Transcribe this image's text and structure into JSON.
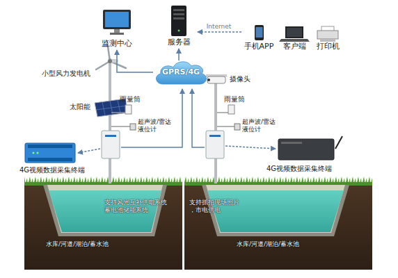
{
  "diagram": {
    "nodes": [
      {
        "text": [
          "监测中心"
        ]
      },
      {
        "text": [
          "服务器"
        ]
      },
      {
        "text": [
          "手机APP"
        ]
      },
      {
        "text": [
          "客户端"
        ]
      },
      {
        "text": [
          "打印机"
        ]
      },
      {
        "text": [
          "GPRS/4G"
        ]
      },
      {
        "text": [
          "4G视频数据采集终端"
        ]
      },
      {
        "text": [
          "4G视频数据采集终端"
        ]
      }
    ],
    "edges": [
      {
        "from": 5,
        "to": 0,
        "arrow": "to"
      },
      {
        "from": 5,
        "to": 1,
        "arrow": "to"
      },
      {
        "from": 2,
        "to": 1,
        "label": "Internet",
        "arrow": "to"
      }
    ],
    "labels": [
      "小型风力发电机",
      "太阳能",
      "雨量筒",
      "超声波/雷达 液位计",
      "摄像头",
      "雨量筒",
      "超声波/雷达 液位计",
      "支持风光互补供电系统 蓄电池储能系统",
      "支持抓拍现场照片 ，市电供电",
      "水库/河道/湖泊/蓄水池",
      "水库/河道/湖泊/蓄水池"
    ]
  }
}
